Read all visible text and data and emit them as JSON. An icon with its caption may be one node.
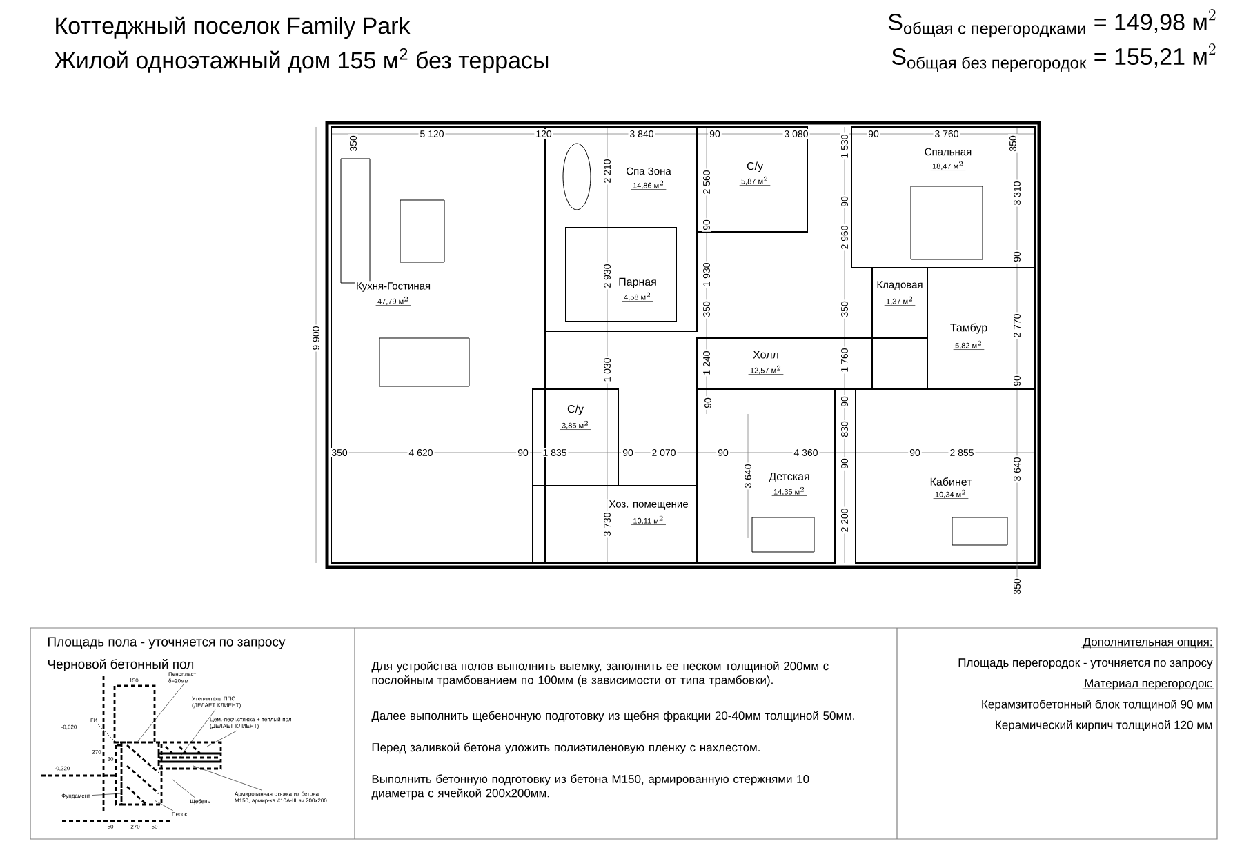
{
  "diagram": {
    "title": "Коттеджный поселок Family Park",
    "nodes": [
      {
        "text": [
          "Кухня-Гостиная",
          "\\text{47,79 м}^{2}"
        ]
      },
      {
        "text": [
          "Спа Зона",
          "\\text{14,86 м}^{2}"
        ]
      },
      {
        "text": [
          "Парная",
          "\\text{4,58 м}^{2}"
        ],
        "in": 1
      },
      {
        "text": [
          "С/у",
          "\\text{5,87 м}^{2}"
        ]
      },
      {
        "text": [
          "Спальная",
          "\\text{18,47 м}^{2}"
        ]
      },
      {
        "text": [
          "Кладовая",
          "\\text{1,37 м}^{2}"
        ]
      },
      {
        "text": [
          "Тамбур",
          "\\text{5,82 м}^{2}"
        ]
      },
      {
        "text": [
          "Холл",
          "\\text{12,57 м}^{2}"
        ]
      },
      {
        "text": [
          "С/у",
          "\\text{3,85 м}^{2}"
        ]
      },
      {
        "text": [
          "Детская",
          "\\text{14,35 м}^{2}"
        ]
      },
      {
        "text": [
          "Кабинет",
          "\\text{10,34 м}^{2}"
        ]
      },
      {
        "text": [
          "Хоз. помещение",
          "\\text{10,11 м}^{2}"
        ]
      },
      {
        "text": [
          "Пенопласт δ=20мм"
        ]
      },
      {
        "text": [
          "Утеплитель ППС (ДЕЛАЕТ КЛИЕНТ)"
        ]
      },
      {
        "text": [
          "ГИ"
        ]
      },
      {
        "text": [
          "Цем.-песч.стяжка + теплый пол (ДЕЛАЕТ КЛИЕНТ)"
        ]
      },
      {
        "text": [
          "Фундамент"
        ]
      },
      {
        "text": [
          "Армированная стяжка из бетона М150, армир-ка #10А-III яч.200х200"
        ]
      },
      {
        "text": [
          "Щебень"
        ]
      },
      {
        "text": [
          "Песок"
        ]
      }
    ],
    "edges": [
      {
        "from": 12,
        "to": null,
        "arrow": "none"
      },
      {
        "from": 13,
        "to": null,
        "arrow": "none"
      },
      {
        "from": 14,
        "to": null,
        "arrow": "none"
      },
      {
        "from": 15,
        "to": null,
        "arrow": "none"
      },
      {
        "from": 16,
        "to": null,
        "arrow": "none"
      },
      {
        "from": 17,
        "to": null,
        "arrow": "none"
      },
      {
        "from": 18,
        "to": null,
        "arrow": "none"
      },
      {
        "from": 19,
        "to": null,
        "arrow": "none"
      }
    ],
    "labels": [
      "Жилой одноэтажный дом 155 м$^{2}$ без террасы",
      "\\text{S}_{\\text{общая с перегородками}}\\text{ = 149,98 м}^{2}",
      "\\text{S}_{\\text{общая без перегородок}}\\text{ = 155,21 м}^{2}",
      "350",
      "5 120",
      "120",
      "3 840",
      "90",
      "3 080",
      "90",
      "3 760",
      "350",
      "2 210",
      "2 930",
      "1 030",
      "3 730",
      "9 900",
      "2 560",
      "90",
      "1 930",
      "350",
      "1 240",
      "90",
      "1 530",
      "90",
      "2 960",
      "350",
      "1 760",
      "90",
      "830",
      "90",
      "2 200",
      "3 310",
      "90",
      "2 770",
      "90",
      "3 640",
      "350",
      "3 640",
      "350",
      "4 620",
      "90",
      "1 835",
      "90",
      "2 070",
      "90",
      "4 360",
      "90",
      "2 855",
      "Площадь пола - уточняется по запросу",
      "Черновой бетонный пол",
      "150",
      "-0,020",
      "270",
      "30",
      "-0,220",
      "50",
      "270",
      "50",
      "Для устройства полов выполнить выемку, заполнить ее песком толщиной 200мм с послойным трамбованием по 100мм (в зависимости от типа трамбовки).",
      "Далее выполнить щебеночную подготовку из щебня фракции 20-40мм толщиной 50мм.",
      "Перед заливкой бетона уложить полиэтиленовую пленку с нахлестом.",
      "Выполнить бетонную подготовку из бетона М150, армированную стержнями 10 диаметра с ячейкой 200х200мм.",
      "Дополнительная опция:",
      "Площадь перегородок - уточняется по запросу",
      "Материал перегородок:",
      "Керамзитобетонный блок толщиной 90 мм",
      "Керамический кирпич толщиной 120 мм"
    ]
  }
}
